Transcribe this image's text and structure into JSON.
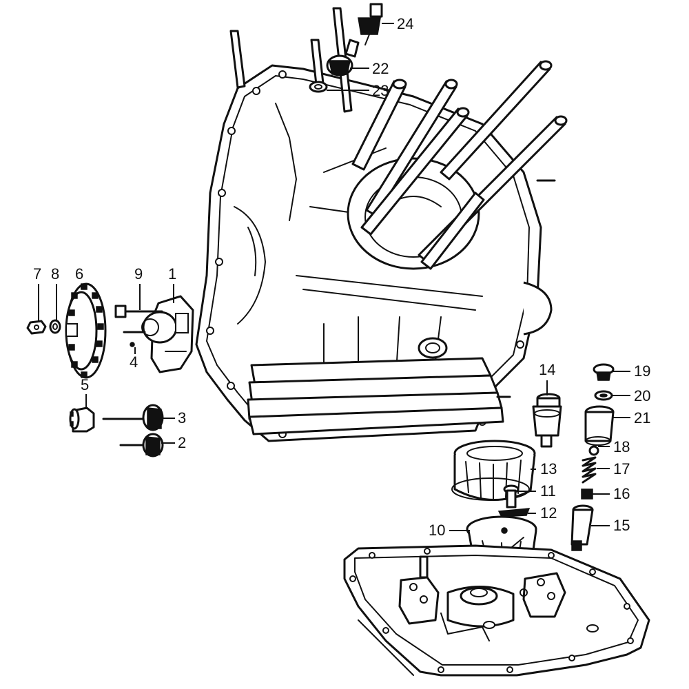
{
  "callouts": [
    {
      "id": "c1",
      "text": "1"
    },
    {
      "id": "c2",
      "text": "2"
    },
    {
      "id": "c3",
      "text": "3"
    },
    {
      "id": "c4",
      "text": "4"
    },
    {
      "id": "c5",
      "text": "5"
    },
    {
      "id": "c6",
      "text": "6"
    },
    {
      "id": "c7",
      "text": "7"
    },
    {
      "id": "c8",
      "text": "8"
    },
    {
      "id": "c9",
      "text": "9"
    },
    {
      "id": "c10",
      "text": "10"
    },
    {
      "id": "c11",
      "text": "11"
    },
    {
      "id": "c12",
      "text": "12"
    },
    {
      "id": "c13",
      "text": "13"
    },
    {
      "id": "c14",
      "text": "14"
    },
    {
      "id": "c15",
      "text": "15"
    },
    {
      "id": "c16",
      "text": "16"
    },
    {
      "id": "c17",
      "text": "17"
    },
    {
      "id": "c18",
      "text": "18"
    },
    {
      "id": "c19",
      "text": "19"
    },
    {
      "id": "c20",
      "text": "20"
    },
    {
      "id": "c21",
      "text": "21"
    },
    {
      "id": "c22",
      "text": "22"
    },
    {
      "id": "c23",
      "text": "23"
    },
    {
      "id": "c24",
      "text": "24"
    }
  ],
  "colors": {
    "ink": "#111111",
    "paper": "#ffffff"
  }
}
